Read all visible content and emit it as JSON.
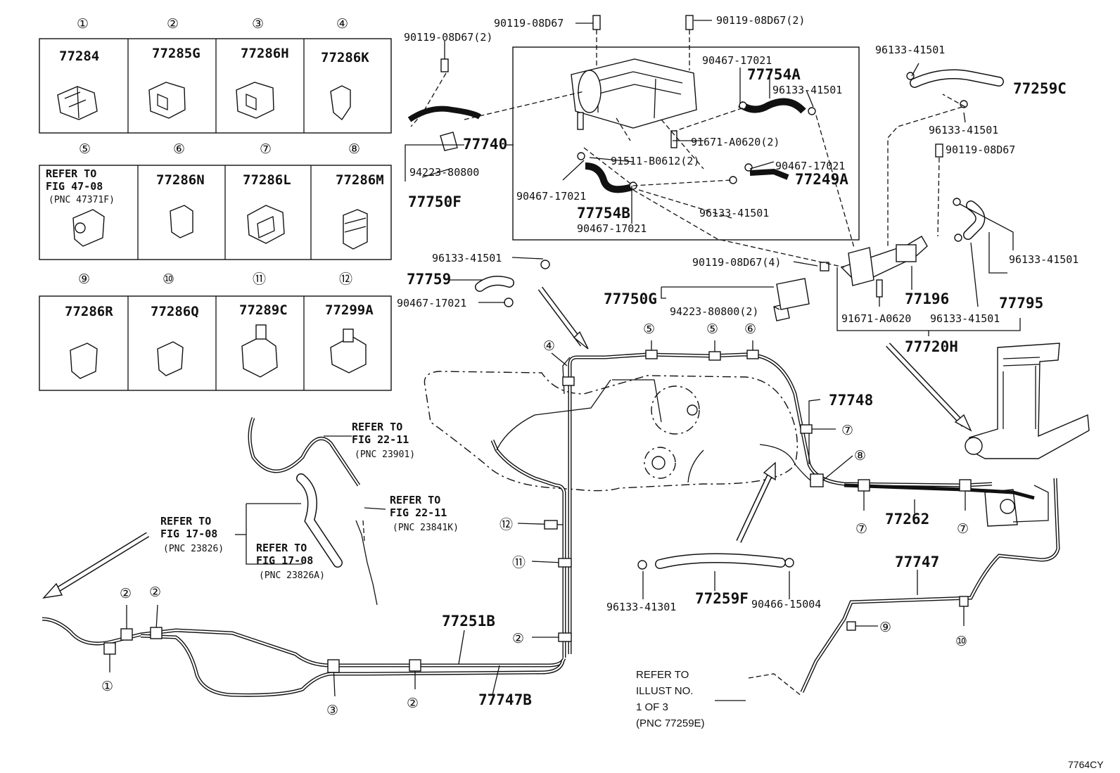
{
  "clips": [
    {
      "num": "①",
      "pn": "77284"
    },
    {
      "num": "②",
      "pn": "77285G"
    },
    {
      "num": "③",
      "pn": "77286H"
    },
    {
      "num": "④",
      "pn": "77286K"
    },
    {
      "num": "⑤",
      "pn": "REFER TO"
    },
    {
      "num": "⑥",
      "pn": "77286N"
    },
    {
      "num": "⑦",
      "pn": "77286L"
    },
    {
      "num": "⑧",
      "pn": "77286M"
    },
    {
      "num": "⑨",
      "pn": "77286R"
    },
    {
      "num": "⑩",
      "pn": "77286Q"
    },
    {
      "num": "⑪",
      "pn": "77289C"
    },
    {
      "num": "⑫",
      "pn": "77299A"
    }
  ],
  "clip5_ref": {
    "line2": "FIG 47-08",
    "line3": "(PNC 47371F)"
  },
  "parts": {
    "p1": "90119-08D67",
    "p2": "90119-08D67(2)",
    "p3": "90119-08D67(2)",
    "p4": "96133-41501",
    "p5": "90467-17021",
    "p6": "77754A",
    "p7": "96133-41501",
    "p8": "77259C",
    "p9": "96133-41501",
    "p10": "77740",
    "p11": "94223-80800",
    "p12": "77750F",
    "p13": "91671-A0620(2)",
    "p14": "91511-B0612(2)",
    "p15": "90467-17021",
    "p16": "77249A",
    "p17": "90467-17021",
    "p18": "77754B",
    "p19": "90467-17021",
    "p20": "96133-41501",
    "p21": "90119-08D67",
    "p22": "96133-41501",
    "p23": "77759",
    "p24": "90467-17021",
    "p25": "90119-08D67(4)",
    "p26": "77750G",
    "p27": "94223-80800(2)",
    "p28": "96133-41501",
    "p29": "77196",
    "p30": "77795",
    "p31": "91671-A0620",
    "p32": "96133-41501",
    "p33": "77720H",
    "p34": "77748",
    "p35": "77262",
    "p36": "77747",
    "p37": "77259F",
    "p38": "96133-41301",
    "p39": "90466-15004",
    "p40": "77251B",
    "p41": "77747B"
  },
  "refs": {
    "r1": {
      "l1": "REFER TO",
      "l2": "FIG 22-11",
      "l3": "(PNC 23901)"
    },
    "r2": {
      "l1": "REFER TO",
      "l2": "FIG 22-11",
      "l3": "(PNC 23841K)"
    },
    "r3": {
      "l1": "REFER TO",
      "l2": "FIG 17-08",
      "l3": "(PNC 23826)"
    },
    "r4": {
      "l1": "REFER TO",
      "l2": "FIG 17-08",
      "l3": "(PNC 23826A)"
    },
    "r5": {
      "l1": "REFER TO",
      "l2": "ILLUST NO.",
      "l3": "1 OF 3",
      "l4": "(PNC 77259E)"
    }
  },
  "callouts": {
    "c_4": "④",
    "c_5a": "⑤",
    "c_5b": "⑤",
    "c_6": "⑥",
    "c_7a": "⑦",
    "c_8": "⑧",
    "c_7b": "⑦",
    "c_7c": "⑦",
    "c_12": "⑫",
    "c_11": "⑪",
    "c_2a": "②",
    "c_2b": "②",
    "c_2c": "②",
    "c_2d": "②",
    "c_1": "①",
    "c_3": "③",
    "c_9": "⑨",
    "c_10": "⑩"
  },
  "illus_id": "7764CY"
}
